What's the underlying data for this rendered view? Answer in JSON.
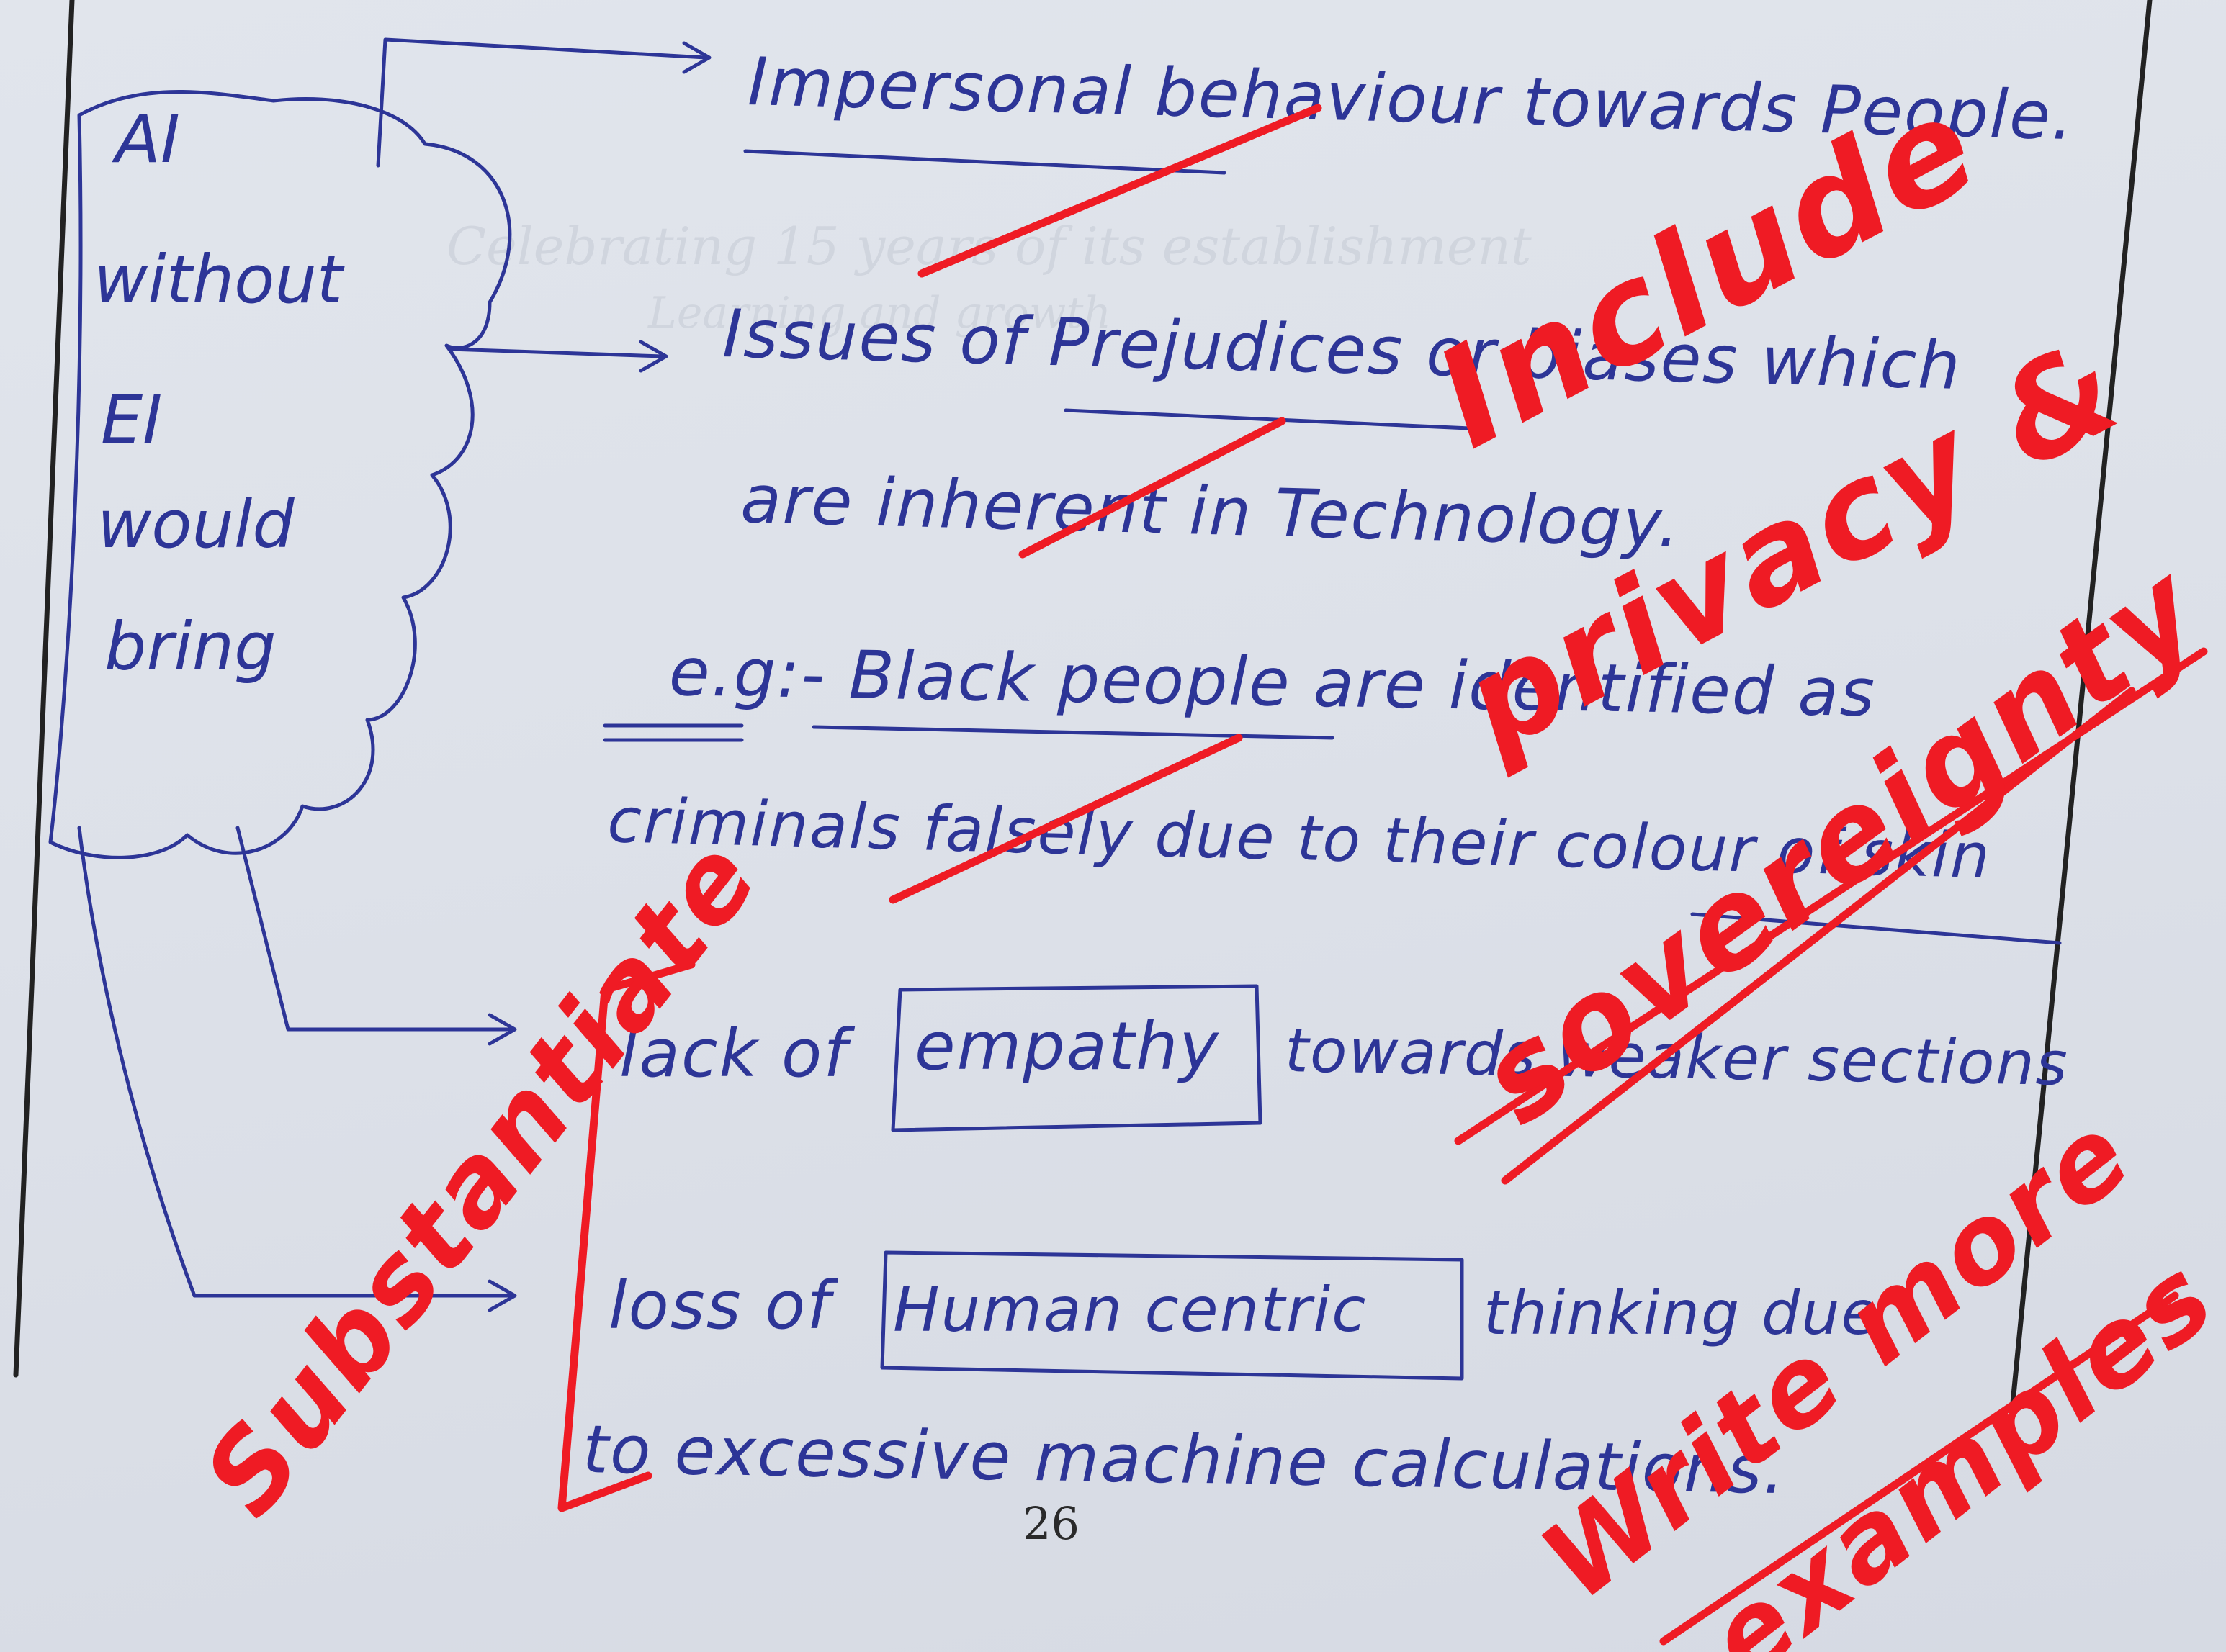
{
  "page": {
    "background_print": [
      "Celebrating 15 years of its establishment",
      "Learning and growth"
    ],
    "page_number": "26"
  },
  "colors": {
    "ink_blue": "#2d3597",
    "ink_red": "#ef1b24",
    "paper": "#dde1e9"
  },
  "notes": {
    "cloud_label": [
      "AI",
      "without",
      "EI",
      "would",
      "bring"
    ],
    "line1": "Impersonal behaviour towards People.",
    "line2": "Issues of Prejudices or biases which",
    "line3": "are inherent in Technology.",
    "line4": "e.g:- Black people are identified as",
    "line5": "criminals falsely due to their colour of skin",
    "line6a": "lack of",
    "line6b": "empathy",
    "line6c": "towards weaker sections",
    "line7a": "loss of",
    "line7b": "Human centric",
    "line7c": "thinking due",
    "line8": "to excessive machine calculations."
  },
  "annotations": {
    "red1": "Include",
    "red2": "privacy &",
    "red3": "sovereignty",
    "red4": "Substantiate",
    "red5": "Write more",
    "red6": "examples"
  }
}
